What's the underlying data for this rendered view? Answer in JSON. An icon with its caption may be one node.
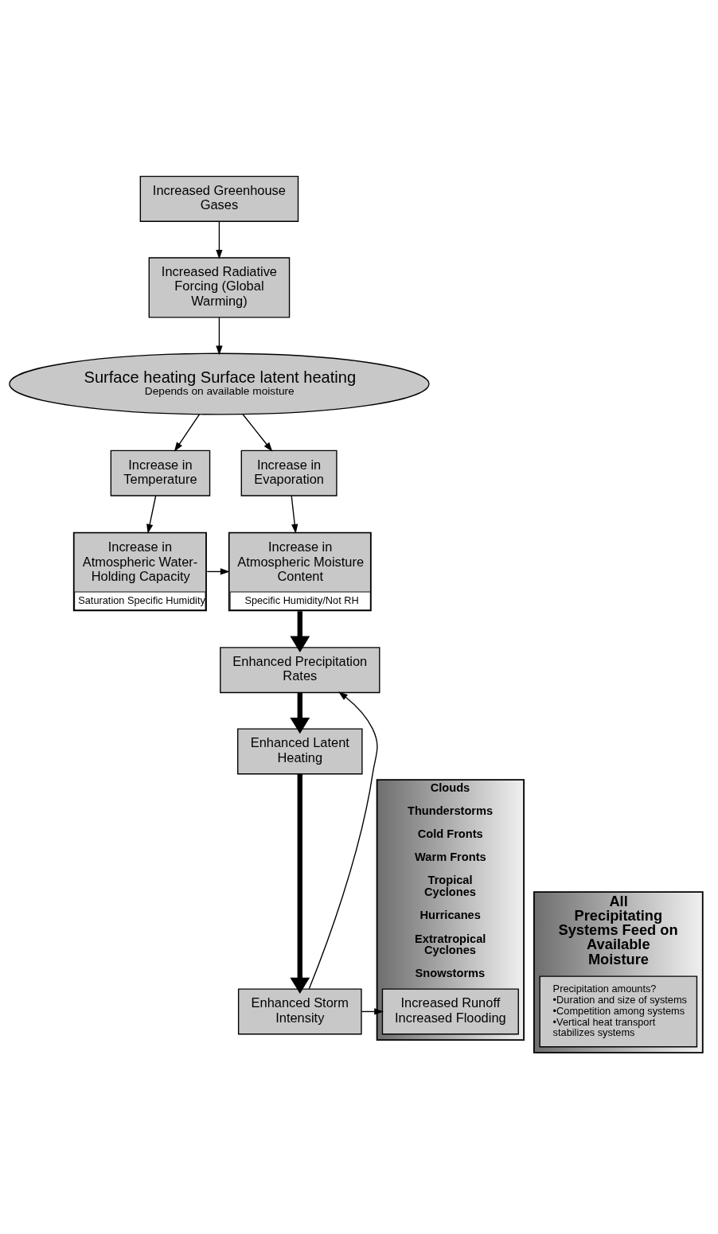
{
  "diagram": {
    "nodes": [
      {
        "text": [
          "Increased Greenhouse Gases"
        ]
      },
      {
        "text": [
          "Increased Radiative Forcing (Global Warming)"
        ]
      },
      {
        "text": [
          "Surface heating Surface latent heating",
          "Depends on available moisture"
        ]
      },
      {
        "text": [
          "Increase in Temperature"
        ]
      },
      {
        "text": [
          "Increase in Evaporation"
        ]
      },
      {
        "text": [
          "Increase in Atmospheric Water-Holding Capacity",
          "Saturation Specific Humidity"
        ]
      },
      {
        "text": [
          "Increase in Atmospheric Moisture Content",
          "Specific Humidity/Not RH"
        ]
      },
      {
        "text": [
          "Clouds",
          "Thunderstorms",
          "Cold Fronts",
          "Warm Fronts",
          "Tropical Cyclones",
          "Hurricanes",
          "Extratropical Cyclones",
          "Snowstorms"
        ]
      },
      {
        "text": [
          "Enhanced Precipitation Rates"
        ]
      },
      {
        "text": [
          "Enhanced Latent Heating"
        ]
      },
      {
        "text": [
          "Enhanced Storm Intensity"
        ]
      },
      {
        "text": [
          "Increased Runoff Increased Flooding"
        ],
        "in": 7
      },
      {
        "text": [
          "All Precipitating Systems Feed on Available Moisture"
        ]
      },
      {
        "text": [
          "Precipitation amounts?",
          "•Duration and size of systems",
          "•Competition among systems",
          "•Vertical heat transport stabilizes systems"
        ],
        "in": 12
      }
    ],
    "edges": [
      {
        "from": 0,
        "to": 1,
        "arrow": "to"
      },
      {
        "from": 1,
        "to": 2,
        "arrow": "to"
      },
      {
        "from": 2,
        "to": 3,
        "arrow": "to"
      },
      {
        "from": 2,
        "to": 4,
        "arrow": "to"
      },
      {
        "from": 3,
        "to": 5,
        "arrow": "to"
      },
      {
        "from": 4,
        "to": 6,
        "arrow": "to"
      },
      {
        "from": 5,
        "to": 6,
        "arrow": "to"
      },
      {
        "from": 6,
        "to": 8,
        "arrow": "to",
        "style": "thick"
      },
      {
        "from": 8,
        "to": 9,
        "arrow": "to",
        "style": "thick"
      },
      {
        "from": 9,
        "to": 10,
        "arrow": "to",
        "style": "thick"
      },
      {
        "from": 10,
        "to": 11,
        "arrow": "to"
      },
      {
        "from": 10,
        "to": 8,
        "arrow": "to"
      }
    ]
  }
}
